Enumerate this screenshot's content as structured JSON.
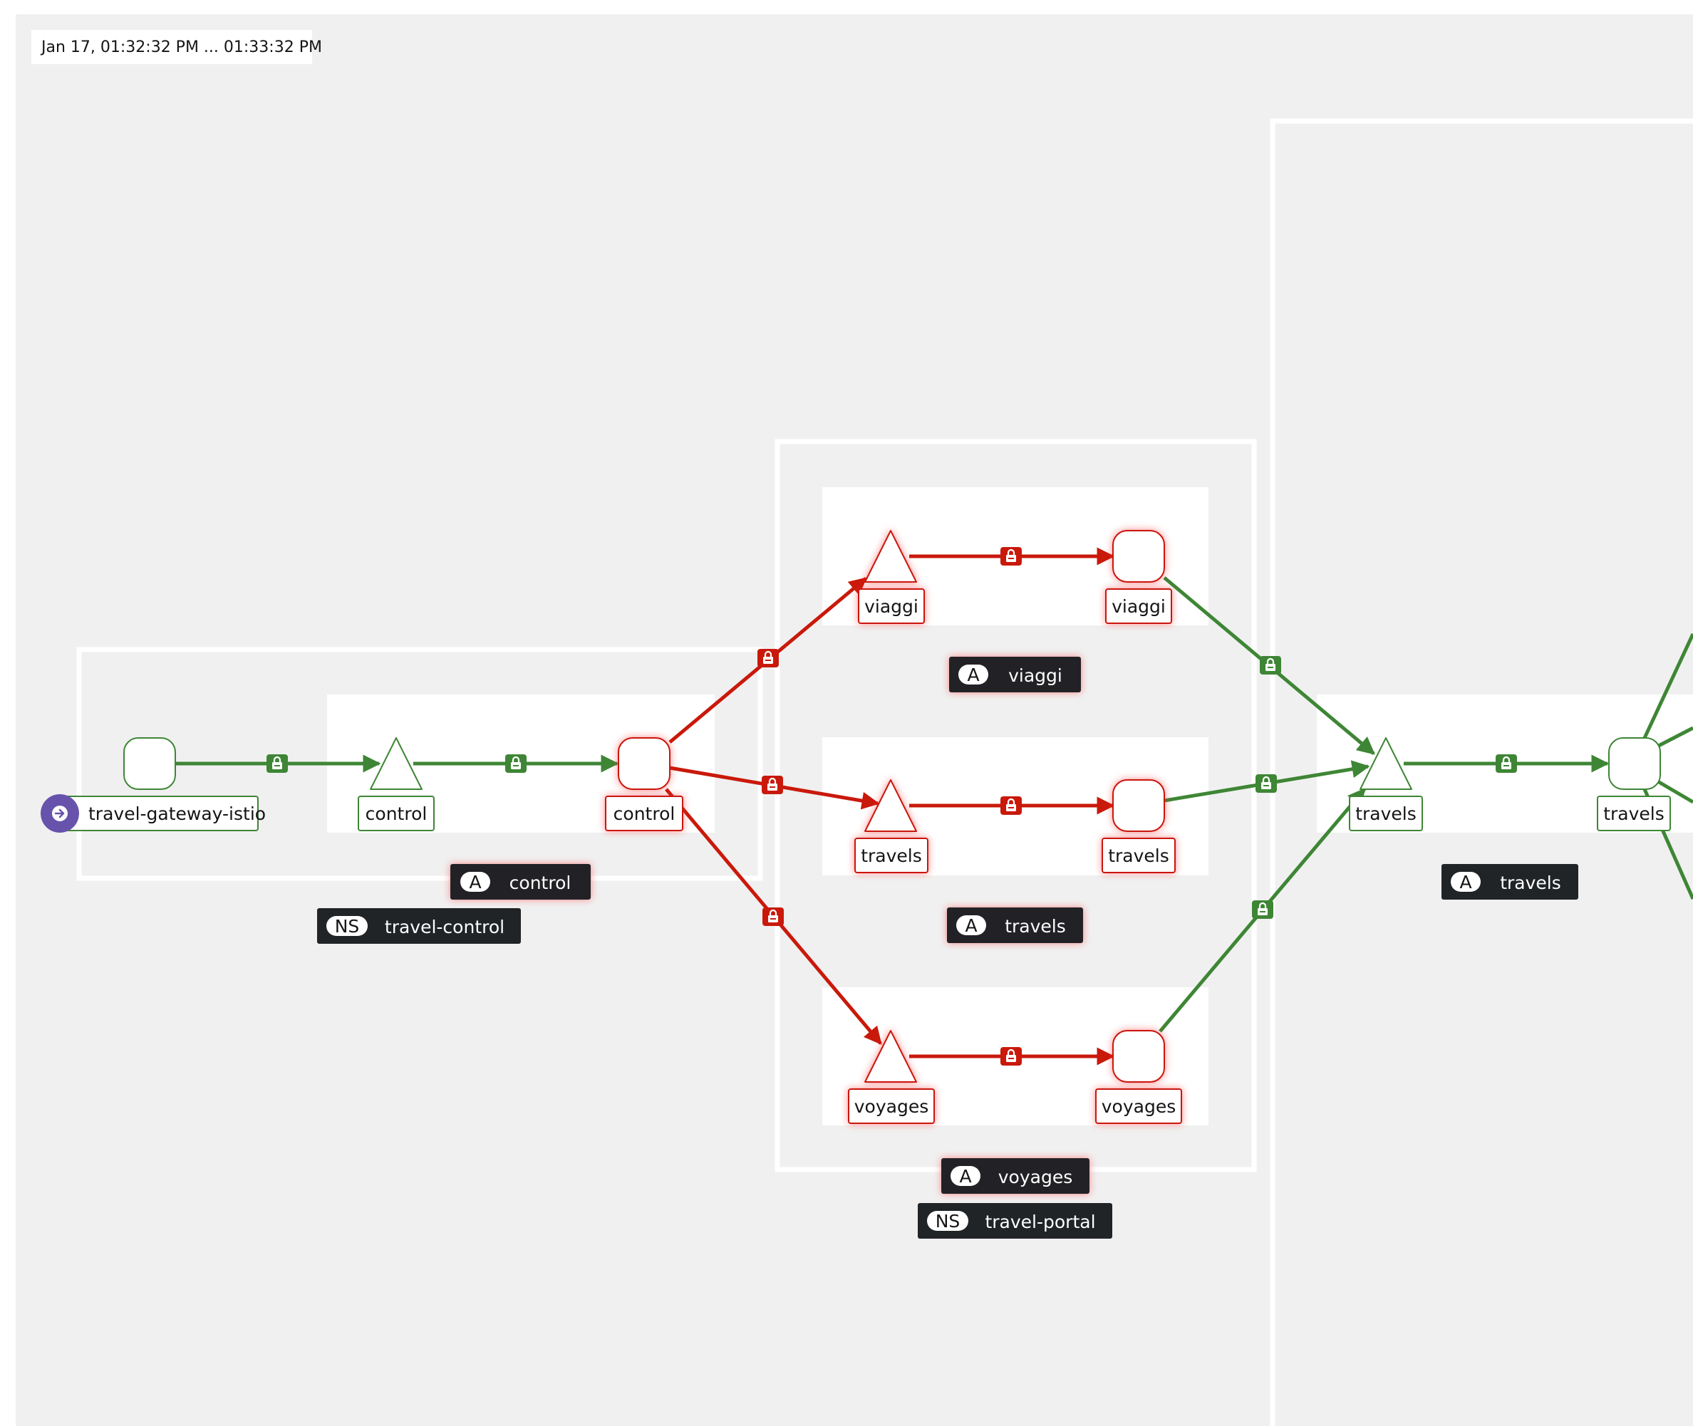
{
  "timestamp": "Jan 17, 01:32:32 PM ... 01:33:32 PM",
  "colors": {
    "healthy": "#3e8635",
    "failure": "#c9190b",
    "canvas": "#f0f0f0",
    "badge_bg": "#212427",
    "gateway": "#6753ac"
  },
  "icons": {
    "gateway": "arrow-circle-icon",
    "edge": "lock-icon"
  },
  "nodes": {
    "gateway_label": "travel-gateway-istio",
    "control_service_label": "control",
    "control_workload_label": "control",
    "viaggi_service_label": "viaggi",
    "viaggi_workload_label": "viaggi",
    "travels_portal_service_label": "travels",
    "travels_portal_workload_label": "travels",
    "voyages_service_label": "voyages",
    "voyages_workload_label": "voyages",
    "travels_agency_service_label": "travels",
    "travels_agency_workload_label": "travels"
  },
  "badges": {
    "app_control": {
      "tag": "A",
      "label": "control"
    },
    "ns_travel_control": {
      "tag": "NS",
      "label": "travel-control"
    },
    "app_viaggi": {
      "tag": "A",
      "label": "viaggi"
    },
    "app_travels_portal": {
      "tag": "A",
      "label": "travels"
    },
    "app_voyages": {
      "tag": "A",
      "label": "voyages"
    },
    "ns_travel_portal": {
      "tag": "NS",
      "label": "travel-portal"
    },
    "app_travels_agency": {
      "tag": "A",
      "label": "travels"
    }
  }
}
